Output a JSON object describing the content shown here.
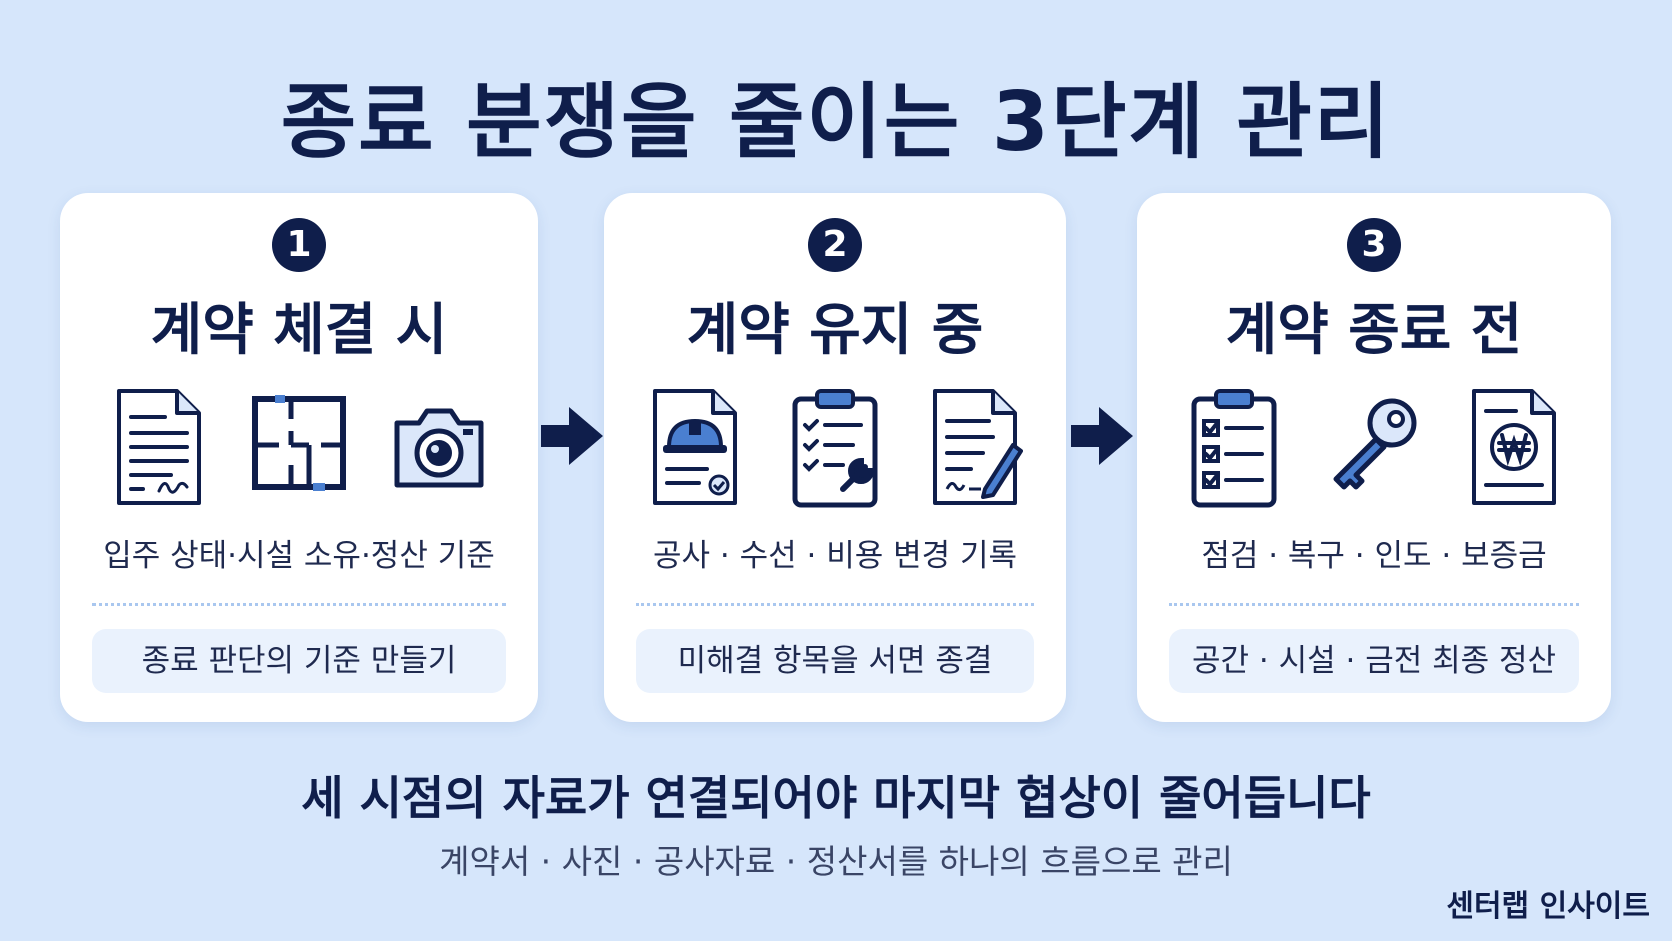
{
  "title": "종료 분쟁을 줄이는 3단계 관리",
  "colors": {
    "background": "#d6e6fb",
    "navy": "#0f1e4b",
    "accent_blue": "#4a7fd0",
    "pill_bg": "#eaf2fd"
  },
  "steps": [
    {
      "number": "1",
      "title": "계약 체결 시",
      "icons": [
        "document-icon",
        "floor-plan-icon",
        "camera-icon"
      ],
      "description": "입주 상태·시설 소유·정산 기준",
      "summary": "종료 판단의 기준 만들기"
    },
    {
      "number": "2",
      "title": "계약 유지 중",
      "icons": [
        "construction-document-icon",
        "checklist-wrench-icon",
        "signed-document-icon"
      ],
      "description": "공사 · 수선 · 비용 변경 기록",
      "summary": "미해결 항목을 서면 종결"
    },
    {
      "number": "3",
      "title": "계약 종료 전",
      "icons": [
        "checklist-clipboard-icon",
        "key-icon",
        "won-document-icon"
      ],
      "description": "점검 · 복구 · 인도 · 보증금",
      "summary": "공간 · 시설 · 금전 최종 정산"
    }
  ],
  "footer": {
    "headline": "세 시점의 자료가 연결되어야 마지막 협상이 줄어듭니다",
    "subline": "계약서 · 사진 · 공사자료 · 정산서를 하나의 흐름으로 관리",
    "brand": "센터랩 인사이트"
  }
}
